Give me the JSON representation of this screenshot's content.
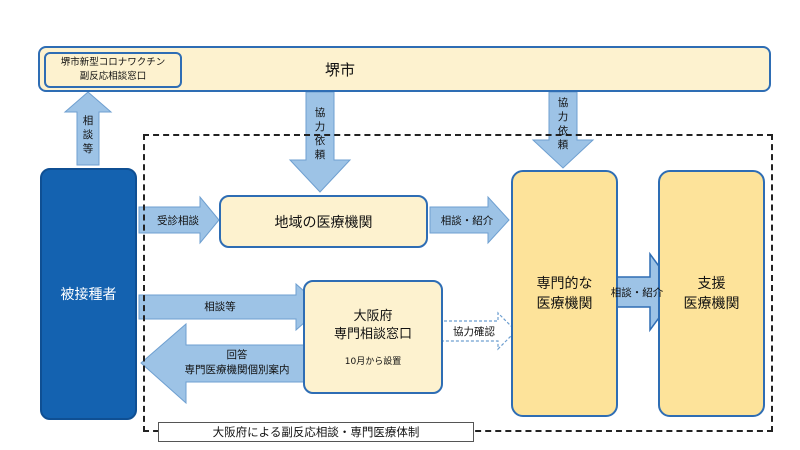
{
  "nodes": {
    "sakai": "堺市",
    "sakai_desk_line1": "堺市新型コロナワクチン",
    "sakai_desk_line2": "副反応相談窓口",
    "vaccinee": "被接種者",
    "local_medical": "地域の医療機関",
    "osaka_desk_line1": "大阪府",
    "osaka_desk_line2": "専門相談窓口",
    "osaka_desk_note": "10月から設置",
    "specialist_line1": "専門的な",
    "specialist_line2": "医療機関",
    "support_line1": "支援",
    "support_line2": "医療機関"
  },
  "arrows": {
    "consult_up_1": "相",
    "consult_up_2": "談",
    "consult_up_3": "等",
    "coop_1a": "協",
    "coop_1b": "力",
    "coop_1c": "依",
    "coop_1d": "頼",
    "coop_2a": "協",
    "coop_2b": "力",
    "coop_2c": "依",
    "coop_2d": "頼",
    "visit_consult": "受診相談",
    "consult_intro_1": "相談・紹介",
    "consult_osaka": "相談等",
    "coop_confirm": "協力確認",
    "reply_line1": "回答",
    "reply_line2": "専門医療機関個別案内",
    "consult_intro_2": "相談・紹介"
  },
  "frame_title": "大阪府による副反応相談・専門医療体制",
  "colors": {
    "border_blue": "#2e6db4",
    "arrow_fill": "#9dc3e6",
    "box_cream": "#fdf2cf",
    "box_yellow": "#fde39a",
    "vaccinee_blue": "#1462b0"
  }
}
